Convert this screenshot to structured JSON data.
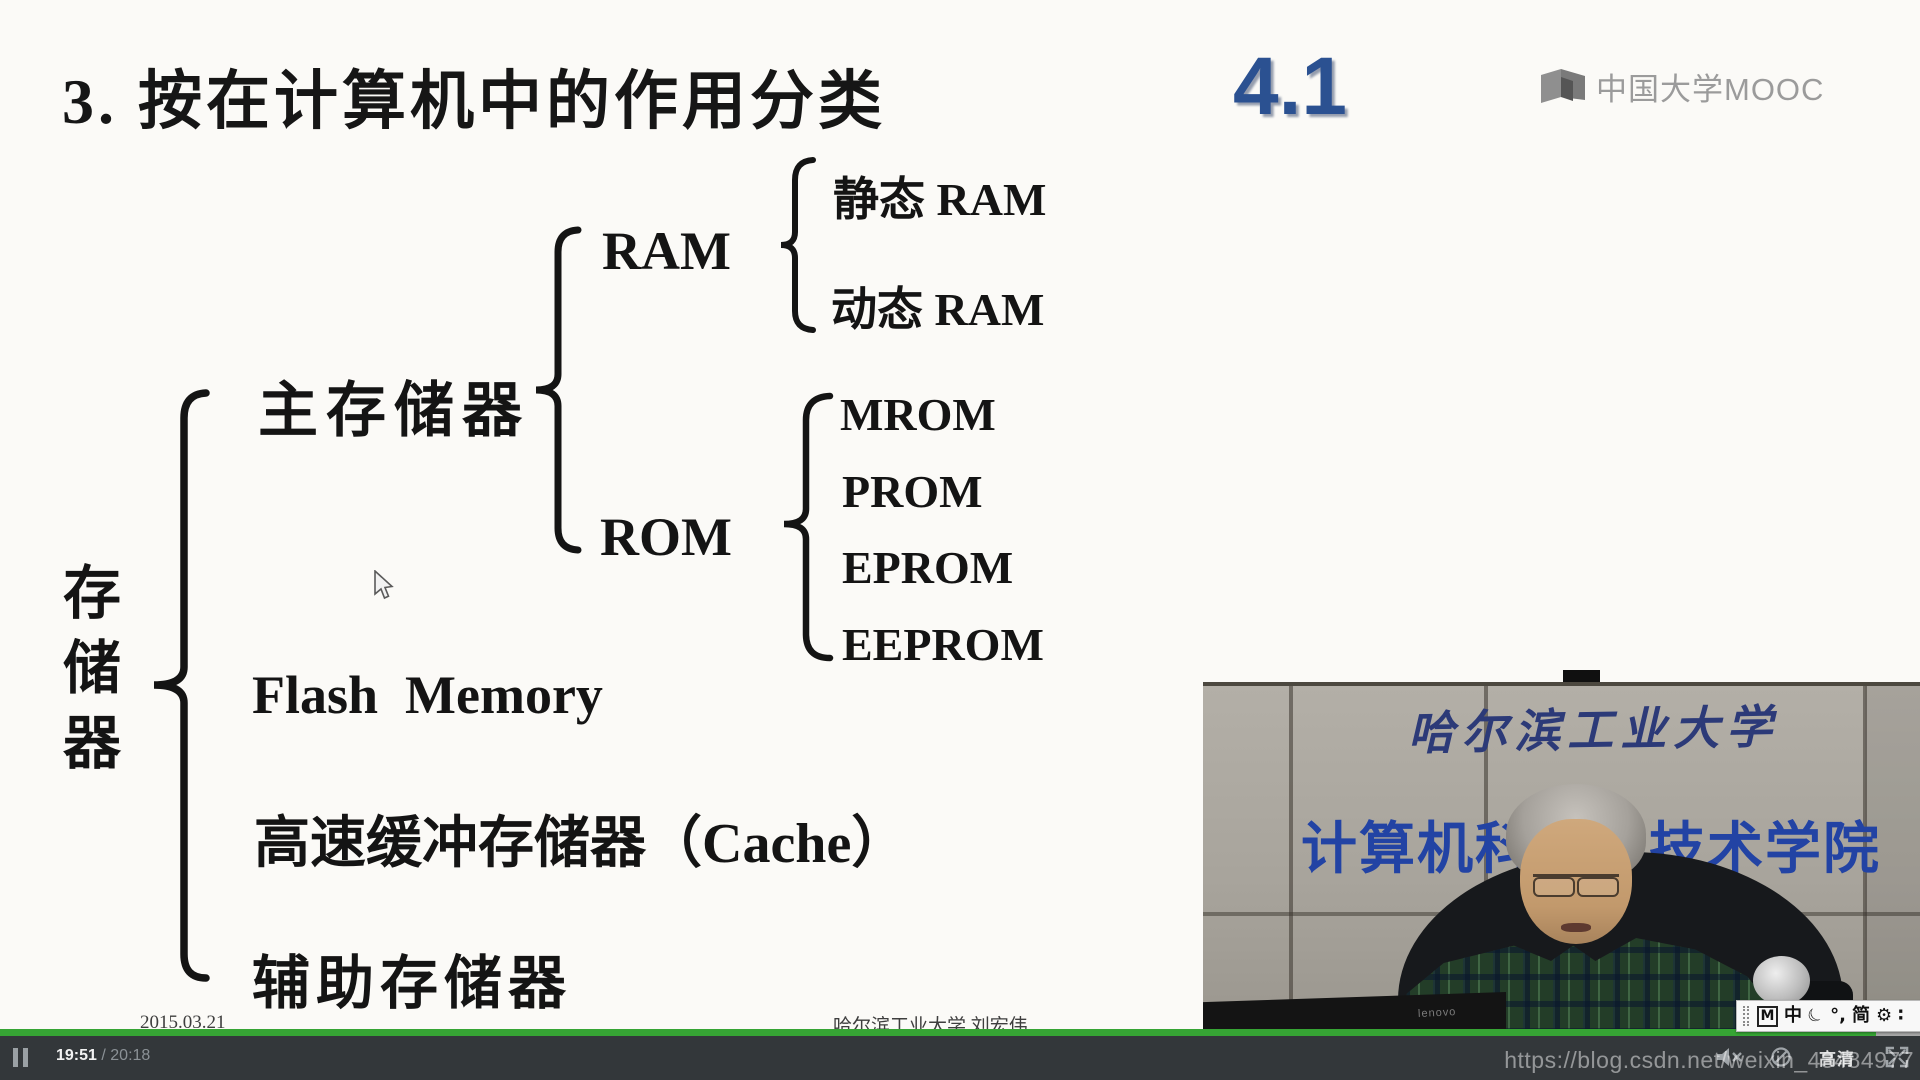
{
  "slide": {
    "title": "3. 按在计算机中的作用分类",
    "section_badge": "4.1",
    "tree": {
      "root_chars": [
        "存",
        "储",
        "器"
      ],
      "main_memory": "主存储器",
      "ram": {
        "label": "RAM",
        "children": [
          "静态 RAM",
          "动态 RAM"
        ]
      },
      "rom": {
        "label": "ROM",
        "children": [
          "MROM",
          "PROM",
          "EPROM",
          "EEPROM"
        ]
      },
      "flash": "Flash  Memory",
      "cache": "高速缓冲存储器（Cache）",
      "aux": "辅助存储器"
    },
    "footer": {
      "date": "2015.03.21",
      "credit": "哈尔滨工业大学 刘宏伟"
    }
  },
  "branding": {
    "logo_text": "中国大学MOOC"
  },
  "video": {
    "banner_school": "哈尔滨工业大学",
    "banner_dept": "计算机科学与技术学院",
    "laptop_brand": "lenovo"
  },
  "player": {
    "time_current": "19:51",
    "time_separator": " / ",
    "time_total": "20:18",
    "quality_label": "高清",
    "progress_percent": 97.7,
    "progress_color": "#36a434"
  },
  "watermark": "https://blog.csdn.net/weixin_43484977",
  "ime": {
    "items": [
      "M",
      "中",
      "☾",
      "°,",
      "简",
      "⚙",
      "∶"
    ]
  }
}
